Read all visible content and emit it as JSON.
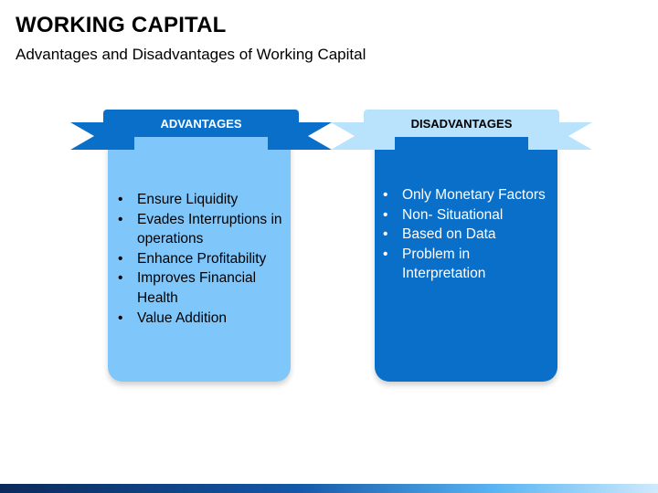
{
  "slide": {
    "title": "WORKING CAPITAL",
    "subtitle": "Advantages and Disadvantages of Working Capital"
  },
  "advantages": {
    "heading": "ADVANTAGES",
    "items": [
      "Ensure Liquidity",
      "Evades Interruptions in operations",
      "Enhance Profitability",
      "Improves Financial Health",
      "Value Addition"
    ]
  },
  "disadvantages": {
    "heading": "DISADVANTAGES",
    "items": [
      "Only Monetary Factors",
      "Non- Situational",
      "Based on Data",
      "Problem in Interpretation"
    ]
  },
  "colors": {
    "advantages_panel": "#7fc7fb",
    "advantages_banner": "#0a6fc9",
    "disadvantages_panel": "#0a6fc9",
    "disadvantages_banner": "#b9e2fc",
    "footer_dark": "#0b2a5a",
    "footer_light": "#cfeafc"
  },
  "bullet_glyph": "•"
}
